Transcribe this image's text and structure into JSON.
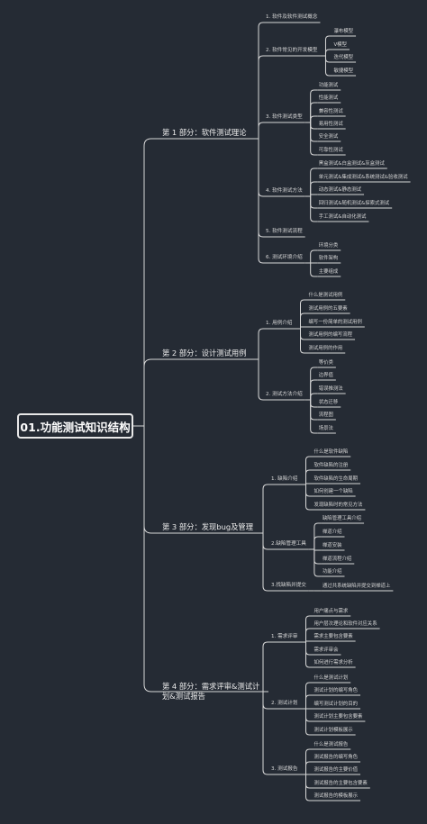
{
  "root": {
    "label": "01.功能测试知识结构"
  },
  "sections": [
    {
      "label": "第 1 部分：软件测试理论",
      "items": [
        {
          "label": "1. 软件及软件测试概念",
          "children": []
        },
        {
          "label": "2. 软件常见的开发模型",
          "children": [
            "瀑布模型",
            "V模型",
            "迭代模型",
            "敏捷模型"
          ]
        },
        {
          "label": "3. 软件测试类型",
          "children": [
            "功能测试",
            "性能测试",
            "兼容性测试",
            "易用性测试",
            "安全测试",
            "可靠性测试"
          ]
        },
        {
          "label": "4. 软件测试方法",
          "children": [
            "黑盒测试&白盒测试&灰盒测试",
            "单元测试&集成测试&系统测试&验收测试",
            "动态测试&静态测试",
            "回归测试&随机测试&探索式测试",
            "手工测试&自动化测试"
          ]
        },
        {
          "label": "5. 软件测试流程",
          "children": []
        },
        {
          "label": "6. 测试环境介绍",
          "children": [
            "环境分类",
            "软件架构",
            "主要组成"
          ]
        }
      ]
    },
    {
      "label": "第 2 部分：设计测试用例",
      "items": [
        {
          "label": "1. 用例介绍",
          "children": [
            "什么是测试用例",
            "测试用例的五要素",
            "编写一份简单的测试用例",
            "测试用例的编写流程",
            "测试用例的作用"
          ]
        },
        {
          "label": "2. 测试方法介绍",
          "children": [
            "等价类",
            "边界值",
            "错误推测法",
            "状态迁移",
            "流程图",
            "场景法"
          ]
        }
      ]
    },
    {
      "label": "第 3 部分：发现bug及管理",
      "items": [
        {
          "label": "1. 缺陷介绍",
          "children": [
            "什么是软件缺陷",
            "软件缺陷的注册",
            "软件缺陷的生命周期",
            "如何创建一个缺陷",
            "发现缺陷时的常见方法"
          ]
        },
        {
          "label": "2.缺陷管理工具",
          "children": [
            "缺陷管理工具介绍",
            "禅道介绍",
            "禅道安装",
            "禅道流程介绍",
            "功能介绍"
          ]
        },
        {
          "label": "3.找缺陷并提交",
          "children": [
            "通过共系统缺陷并提交到禅道上"
          ]
        }
      ]
    },
    {
      "label": "第 4 部分：需求评审&测试计划&测试报告",
      "label_lines": [
        "第 4 部分：需求评审&测试计",
        "划&测试报告"
      ],
      "items": [
        {
          "label": "1. 需求评审",
          "children": [
            "用户痛点与需求",
            "用户层次理论和软件对应关系",
            "需求主要包含要素",
            "需求评审会",
            "如何进行需求分析"
          ]
        },
        {
          "label": "2. 测试计划",
          "children": [
            "什么是测试计划",
            "测试计划的编写角色",
            "编写测试计划的目的",
            "测试计划主要包含要素",
            "测试计划模板展示"
          ]
        },
        {
          "label": "3. 测试报告",
          "children": [
            "什么是测试报告",
            "测试报告的编写角色",
            "测试报告的主要价值",
            "测试报告的主要包含要素",
            "测试报告的模板展示"
          ]
        }
      ]
    }
  ],
  "colors": {
    "background": "#252b34",
    "line": "#d8d8d8",
    "text": "#e6e6e6"
  }
}
